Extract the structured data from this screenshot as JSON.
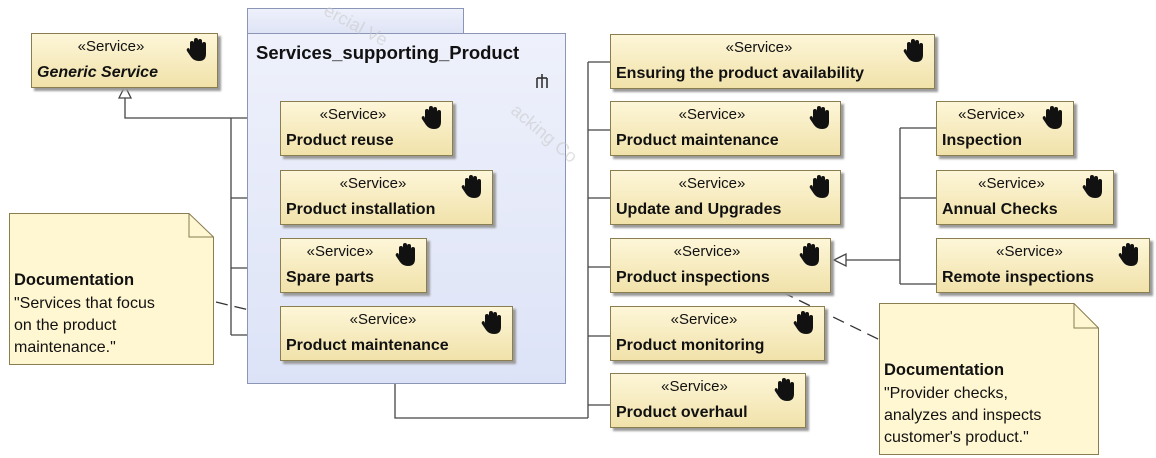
{
  "package": {
    "name": "Services_supporting_Product",
    "icon": "package-structure-icon"
  },
  "stereotype": "«Service»",
  "services": {
    "generic": "Generic Service",
    "reuse": "Product reuse",
    "installation": "Product installation",
    "spare": "Spare parts",
    "maint_pkg": "Product maintenance",
    "availability": "Ensuring the product availability",
    "maint": "Product maintenance",
    "update": "Update and Upgrades",
    "inspections": "Product inspections",
    "monitoring": "Product monitoring",
    "overhaul": "Product overhaul",
    "inspection": "Inspection",
    "annual": "Annual Checks",
    "remote": "Remote inspections"
  },
  "notes": {
    "left": {
      "heading": "Documentation",
      "lines": [
        "\"Services that focus",
        "on the product",
        "maintenance.\""
      ]
    },
    "right": {
      "heading": "Documentation",
      "lines": [
        "\"Provider checks,",
        "analyzes and inspects",
        "customer's product.\""
      ]
    }
  },
  "icons": {
    "service": "hand-icon"
  },
  "colors": {
    "service_fill_top": "#fdf6d8",
    "service_fill_bottom": "#f1e2aa",
    "package_fill": "#dde3f7",
    "note_fill": "#fff6d2",
    "line": "#444444"
  }
}
